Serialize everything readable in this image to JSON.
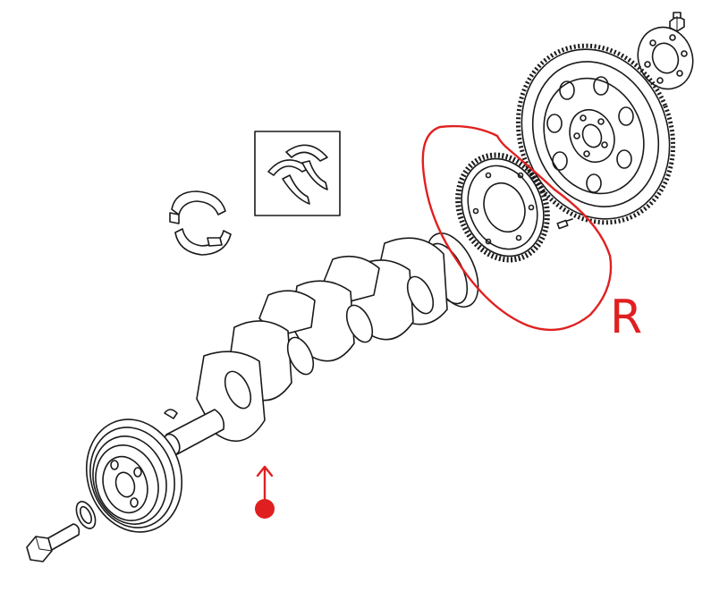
{
  "annotation": {
    "hand_label": "R",
    "circle_color": "#e02020",
    "dot_color": "#e02020"
  },
  "parts": [
    {
      "id": "flywheel",
      "icon": "flywheel-icon"
    },
    {
      "id": "flywheel-adapter-plate",
      "icon": "plate-icon"
    },
    {
      "id": "flywheel-bolt",
      "icon": "bolt-icon"
    },
    {
      "id": "flex-plate-ring",
      "icon": "ring-gear-icon"
    },
    {
      "id": "dowel-pin",
      "icon": "pin-icon"
    },
    {
      "id": "crankshaft",
      "icon": "crankshaft-icon"
    },
    {
      "id": "thrust-washers",
      "icon": "washer-icon"
    },
    {
      "id": "main-bearing",
      "icon": "bearing-icon"
    },
    {
      "id": "vibration-damper",
      "icon": "pulley-icon"
    },
    {
      "id": "woodruff-key",
      "icon": "key-icon"
    },
    {
      "id": "damper-bolt",
      "icon": "bolt-icon"
    },
    {
      "id": "washer",
      "icon": "washer-icon"
    }
  ]
}
